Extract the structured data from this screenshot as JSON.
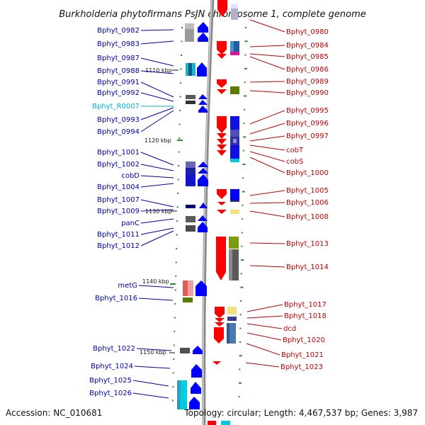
{
  "title": "Burkholderia phytofirmans PsJN chromosome 1, complete genome",
  "accession": "Accession: NC_010681",
  "topology": "Topology: circular; Length: 4,467,537 bp; Genes: 3,987",
  "colors": {
    "left_label": "#0000b0",
    "right_label": "#c00000",
    "trna_label": "#00b4d8",
    "forward_arrow": "#0000ff",
    "reverse_arrow": "#ff0000",
    "tick": "#2a8a2a",
    "backbone": "#8a8a8a"
  },
  "scale_labels": [
    {
      "id": "1110",
      "label": "1110 kbp"
    },
    {
      "id": "1120",
      "label": "1120 kbp"
    },
    {
      "id": "1130",
      "label": "1130 kbp"
    },
    {
      "id": "1140",
      "label": "1140 kbp"
    },
    {
      "id": "1150",
      "label": "1150 kbp"
    }
  ],
  "genes_left": [
    "Bphyt_0982",
    "Bphyt_0983",
    "Bphyt_0987",
    "Bphyt_0988",
    "Bphyt_0991",
    "Bphyt_0992",
    "Bphyt_R0007",
    "Bphyt_0993",
    "Bphyt_0994",
    "Bphyt_1001",
    "Bphyt_1002",
    "cobD",
    "Bphyt_1004",
    "Bphyt_1007",
    "Bphyt_1009",
    "panC",
    "Bphyt_1011",
    "Bphyt_1012",
    "metG",
    "Bphyt_1016",
    "Bphyt_1022",
    "Bphyt_1024",
    "Bphyt_1025",
    "Bphyt_1026"
  ],
  "genes_right": [
    "Bphyt_0980",
    "Bphyt_0984",
    "Bphyt_0985",
    "Bphyt_0986",
    "Bphyt_0989",
    "Bphyt_0990",
    "Bphyt_0995",
    "Bphyt_0996",
    "Bphyt_0997",
    "cobT",
    "cobS",
    "Bphyt_1000",
    "Bphyt_1005",
    "Bphyt_1006",
    "Bphyt_1008",
    "Bphyt_1013",
    "Bphyt_1014",
    "Bphyt_1017",
    "Bphyt_1018",
    "dcd",
    "Bphyt_1020",
    "Bphyt_1021",
    "Bphyt_1023"
  ]
}
